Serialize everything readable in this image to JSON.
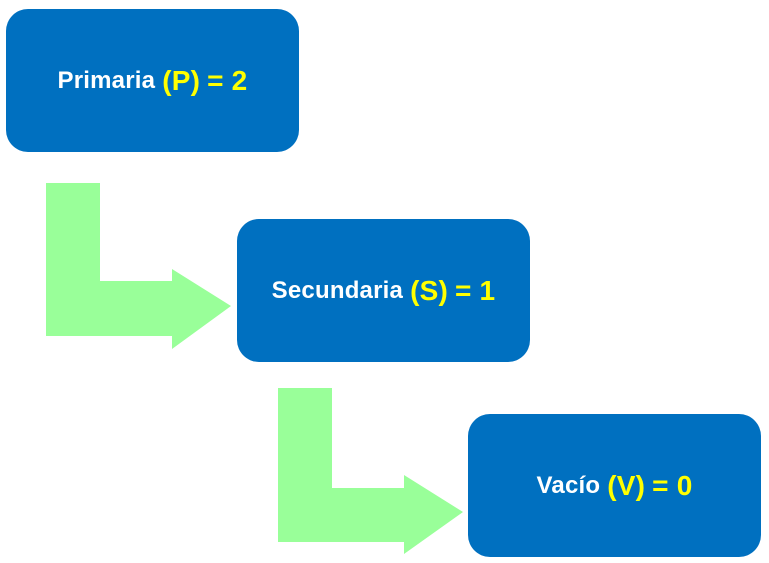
{
  "colors": {
    "box_fill": "#0070c0",
    "label_text": "#ffffff",
    "highlight_text": "#ffff00",
    "arrow_fill": "#99ff99"
  },
  "boxes": [
    {
      "label": "Primaria",
      "symbol": "(P)",
      "value": "= 2"
    },
    {
      "label": "Secundaria",
      "symbol": "(S)",
      "value": "= 1"
    },
    {
      "label": "Vacío",
      "symbol": "(V)",
      "value": "= 0"
    }
  ],
  "arrows": [
    {
      "from": "Primaria",
      "to": "Secundaria",
      "shape": "bent-arrow-icon"
    },
    {
      "from": "Secundaria",
      "to": "Vacío",
      "shape": "bent-arrow-icon"
    }
  ]
}
